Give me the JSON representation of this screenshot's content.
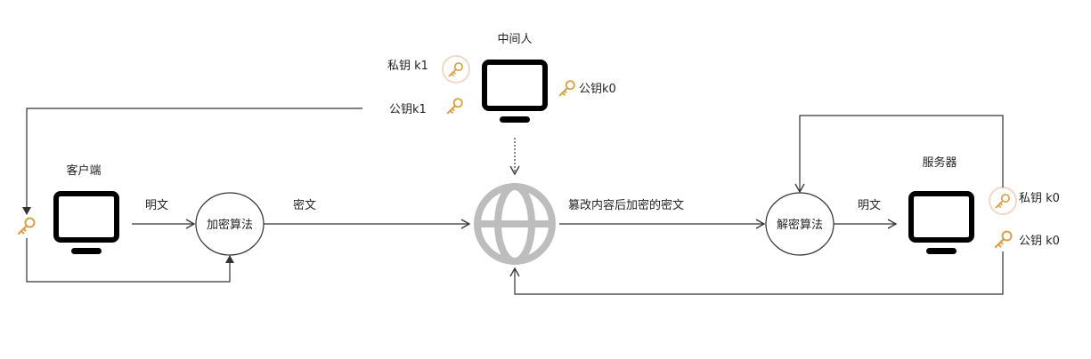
{
  "nodes": {
    "middleman": {
      "label": "中间人"
    },
    "client": {
      "label": "客户端"
    },
    "server": {
      "label": "服务器"
    },
    "encrypt": {
      "label": "加密算法"
    },
    "decrypt": {
      "label": "解密算法"
    }
  },
  "edge_labels": {
    "client_plaintext": "明文",
    "ciphertext": "密文",
    "tampered": "篡改内容后加密的密文",
    "server_plaintext": "明文"
  },
  "keys": {
    "middleman_private": "私钥 k1",
    "middleman_public_k1": "公钥k1",
    "middleman_public_k0": "公钥k0",
    "server_private": "私钥 k0",
    "server_public": "公钥 k0"
  },
  "colors": {
    "key": "#d8a047",
    "key_ring": "#f2d8c8",
    "line": "#333333",
    "globe": "#bdbdbd",
    "monitor": "#000000"
  },
  "icons": {
    "monitor": "monitor-icon",
    "globe": "globe-icon",
    "key": "key-icon"
  }
}
